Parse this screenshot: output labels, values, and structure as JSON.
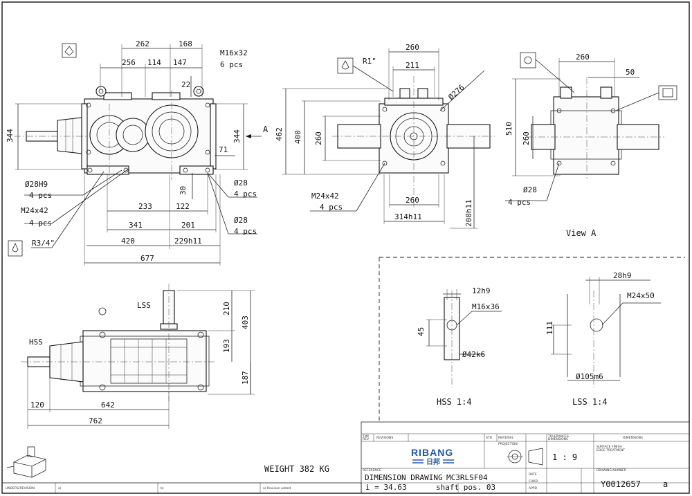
{
  "front_view": {
    "dims_top": [
      "262",
      "168",
      "256",
      "114",
      "147"
    ],
    "dim_22": "22",
    "bolt_callout": [
      "M16x32",
      "6 pcs"
    ],
    "height_left": "344",
    "height_right": "344",
    "dim_71": "71",
    "view_arrow": "A",
    "dim_30": "30",
    "left_callouts": [
      [
        "Ø28H9",
        "4 pcs"
      ],
      [
        "M24x42",
        "4 pcs"
      ]
    ],
    "right_callouts": [
      [
        "Ø28",
        "4 pcs"
      ],
      [
        "Ø28",
        "4 pcs"
      ]
    ],
    "drain_callout": "R3/4\"",
    "dims_bottom": [
      "233",
      "122",
      "341",
      "201",
      "420",
      "229h11",
      "677"
    ]
  },
  "side_view": {
    "dims_top": [
      "260",
      "211"
    ],
    "fill_callout": "R1\"",
    "dim_diag": "Ø276",
    "heights": [
      "462",
      "400",
      "260"
    ],
    "bolt_callout": [
      "M24x42",
      "4 pcs"
    ],
    "dims_bottom": [
      "260",
      "314h11"
    ],
    "dim_right": "200h11"
  },
  "view_a": {
    "dims_top": [
      "260",
      "50"
    ],
    "heights": [
      "510",
      "260"
    ],
    "bolt_callout": [
      "Ø28",
      "4 pcs"
    ],
    "caption": "View A"
  },
  "plan_view": {
    "lss_label": "LSS",
    "hss_label": "HSS",
    "dims_right": [
      "210",
      "403",
      "193",
      "187"
    ],
    "dims_bottom": [
      "120",
      "642",
      "762"
    ]
  },
  "detail_hss": {
    "dims": [
      "12h9",
      "M16x36",
      "45",
      "Ø42k6"
    ],
    "caption": "HSS 1:4"
  },
  "detail_lss": {
    "dims": [
      "28h9",
      "M24x50",
      "111",
      "Ø105m6"
    ],
    "caption": "LSS 1:4"
  },
  "weight": "WEIGHT 382 KG",
  "title_block": {
    "brand": "RIBANG",
    "brand_cn": "日邦",
    "scale": "1 : 9",
    "drawing_title": "DIMENSION DRAWING",
    "model": "MC3RLSF04",
    "shaft_pos": "shaft pos. 03",
    "ratio": "i = 34.63",
    "drawing_no": "Y0012657",
    "revision": "a"
  },
  "revision_row": {
    "label": "UNDERS/REVISION",
    "col_a": "a)",
    "col_b": "b)"
  }
}
